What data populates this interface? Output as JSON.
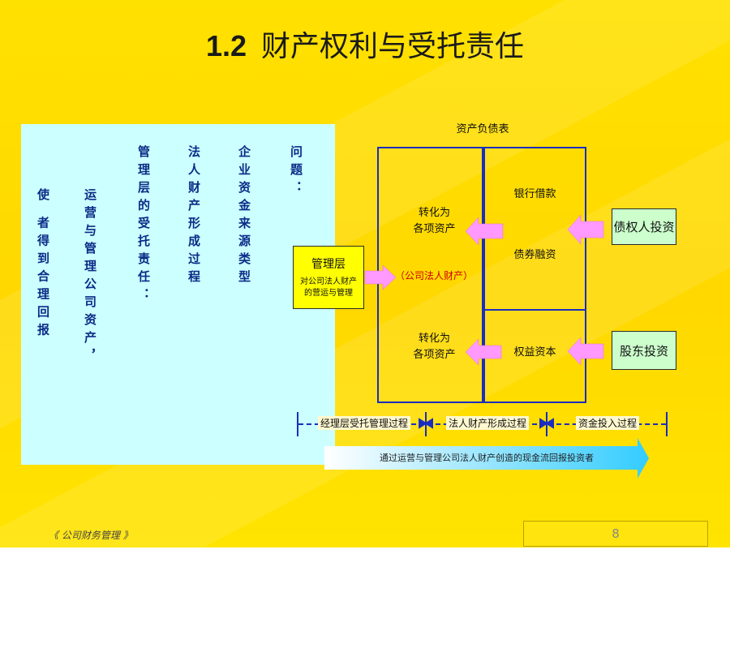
{
  "title": {
    "number": "1.2",
    "text": "财产权利与受托责任"
  },
  "left_panel": {
    "columns": [
      {
        "text": "问题："
      },
      {
        "text": "企业资金来源类型"
      },
      {
        "text": "法人财产形成过程"
      },
      {
        "text": "管理层的受托责任："
      },
      {
        "text": "运营与管理公司资产，"
      },
      {
        "text": "使  者得到合理回报"
      }
    ]
  },
  "diagram": {
    "balance_sheet_title": "资产负债表",
    "left_top": [
      "转化为",
      "各项资产"
    ],
    "left_bottom": [
      "转化为",
      "各项资产"
    ],
    "right_top_1": "银行借款",
    "right_top_2": "债券融资",
    "right_bottom": "权益资本",
    "middle_note": "（公司法人财产）",
    "management": {
      "title": "管理层",
      "line1": "对公司法人财产",
      "line2": "的营运与管理"
    },
    "creditor": "债权人投资",
    "shareholder": "股东投资",
    "process_labels": [
      "经理层受托管理过程",
      "法人财产形成过程",
      "资金投入过程"
    ],
    "return_arrow_text": "通过运营与管理公司法人财产创造的现金流回报投资者"
  },
  "footer": {
    "text": "《 公司财务管理 》",
    "page": "8"
  },
  "colors": {
    "background": "#ffde00",
    "panel": "#ccffff",
    "line_blue": "#1b2dbf",
    "arrow_pink": "#ff99ff",
    "box_green": "#ccffcc",
    "box_yellow": "#ffff00"
  }
}
